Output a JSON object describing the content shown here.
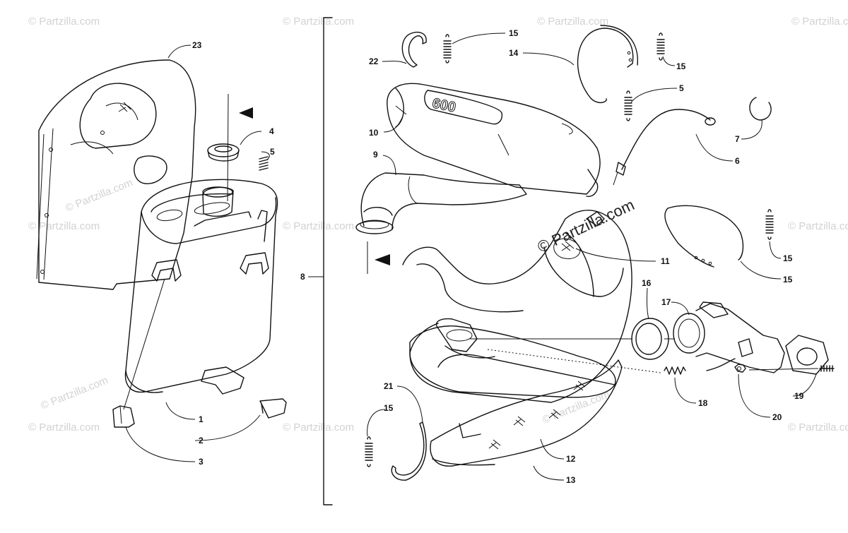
{
  "watermark": {
    "text": "© Partzilla.com",
    "main_text": "© Partzilla.com"
  },
  "callouts": [
    {
      "id": "c1",
      "text": "1"
    },
    {
      "id": "c2",
      "text": "2"
    },
    {
      "id": "c3",
      "text": "3"
    },
    {
      "id": "c4",
      "text": "4"
    },
    {
      "id": "c5a",
      "text": "5"
    },
    {
      "id": "c5b",
      "text": "5"
    },
    {
      "id": "c6",
      "text": "6"
    },
    {
      "id": "c7",
      "text": "7"
    },
    {
      "id": "c8",
      "text": "8"
    },
    {
      "id": "c9",
      "text": "9"
    },
    {
      "id": "c10",
      "text": "10"
    },
    {
      "id": "c11",
      "text": "11"
    },
    {
      "id": "c12",
      "text": "12"
    },
    {
      "id": "c13",
      "text": "13"
    },
    {
      "id": "c14a",
      "text": "14"
    },
    {
      "id": "c14b",
      "text": "14"
    },
    {
      "id": "c15a",
      "text": "15"
    },
    {
      "id": "c15b",
      "text": "15"
    },
    {
      "id": "c15c",
      "text": "15"
    },
    {
      "id": "c15d",
      "text": "15"
    },
    {
      "id": "c16",
      "text": "16"
    },
    {
      "id": "c17",
      "text": "17"
    },
    {
      "id": "c18",
      "text": "18"
    },
    {
      "id": "c19",
      "text": "19"
    },
    {
      "id": "c20",
      "text": "20"
    },
    {
      "id": "c21",
      "text": "21"
    },
    {
      "id": "c22",
      "text": "22"
    },
    {
      "id": "c23",
      "text": "23"
    }
  ],
  "pipe_marking": "600"
}
